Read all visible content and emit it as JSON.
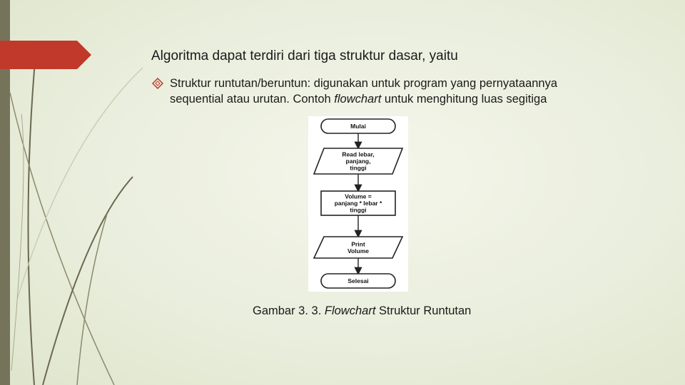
{
  "slide": {
    "heading": "Algoritma dapat terdiri dari tiga struktur dasar, yaitu",
    "bullet": {
      "icon": "diamond-outline-bullet-icon",
      "text_before": "Struktur runtutan/beruntun: digunakan untuk program yang pernyataannya sequential atau urutan. Contoh ",
      "text_italic": "flowchart",
      "text_after": " untuk menghitung luas segitiga"
    },
    "caption": {
      "prefix": "Gambar 3. 3.  ",
      "italic": "Flowchart",
      "suffix": " Struktur Runtutan"
    }
  },
  "flowchart": {
    "nodes": [
      {
        "shape": "terminator",
        "lines": [
          "Mulai"
        ]
      },
      {
        "shape": "parallelogram",
        "lines": [
          "Read lebar,",
          "panjang,",
          "tinggi"
        ]
      },
      {
        "shape": "process",
        "lines": [
          "Volume =",
          "panjang * lebar *",
          "tinggi"
        ]
      },
      {
        "shape": "parallelogram",
        "lines": [
          "Print",
          "Volume"
        ]
      },
      {
        "shape": "terminator",
        "lines": [
          "Selesai"
        ]
      }
    ]
  },
  "colors": {
    "accent_red": "#c0392b",
    "left_bar": "#76735b",
    "decor_line": "#6b6850"
  }
}
